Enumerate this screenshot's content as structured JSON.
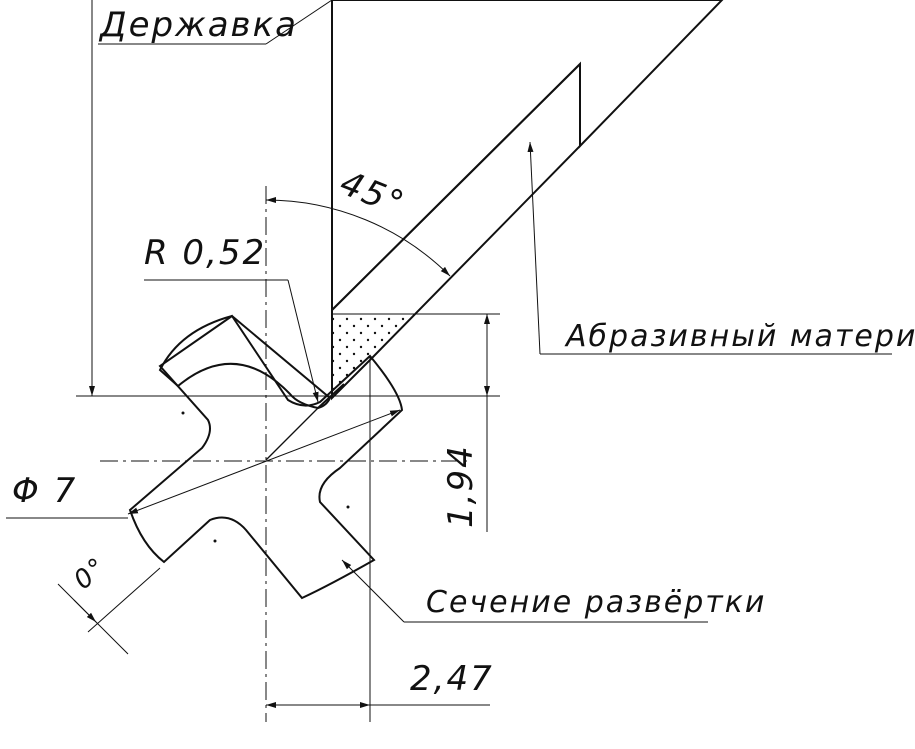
{
  "labels": {
    "holder": "Державка",
    "abrasive": "Абразивный материал",
    "section": "Сечение развёртки",
    "radius": "R 0,52",
    "angle": "45°",
    "diameter": "Φ 7",
    "zero_angle": "0°",
    "height": "1,94",
    "width": "2,47"
  }
}
